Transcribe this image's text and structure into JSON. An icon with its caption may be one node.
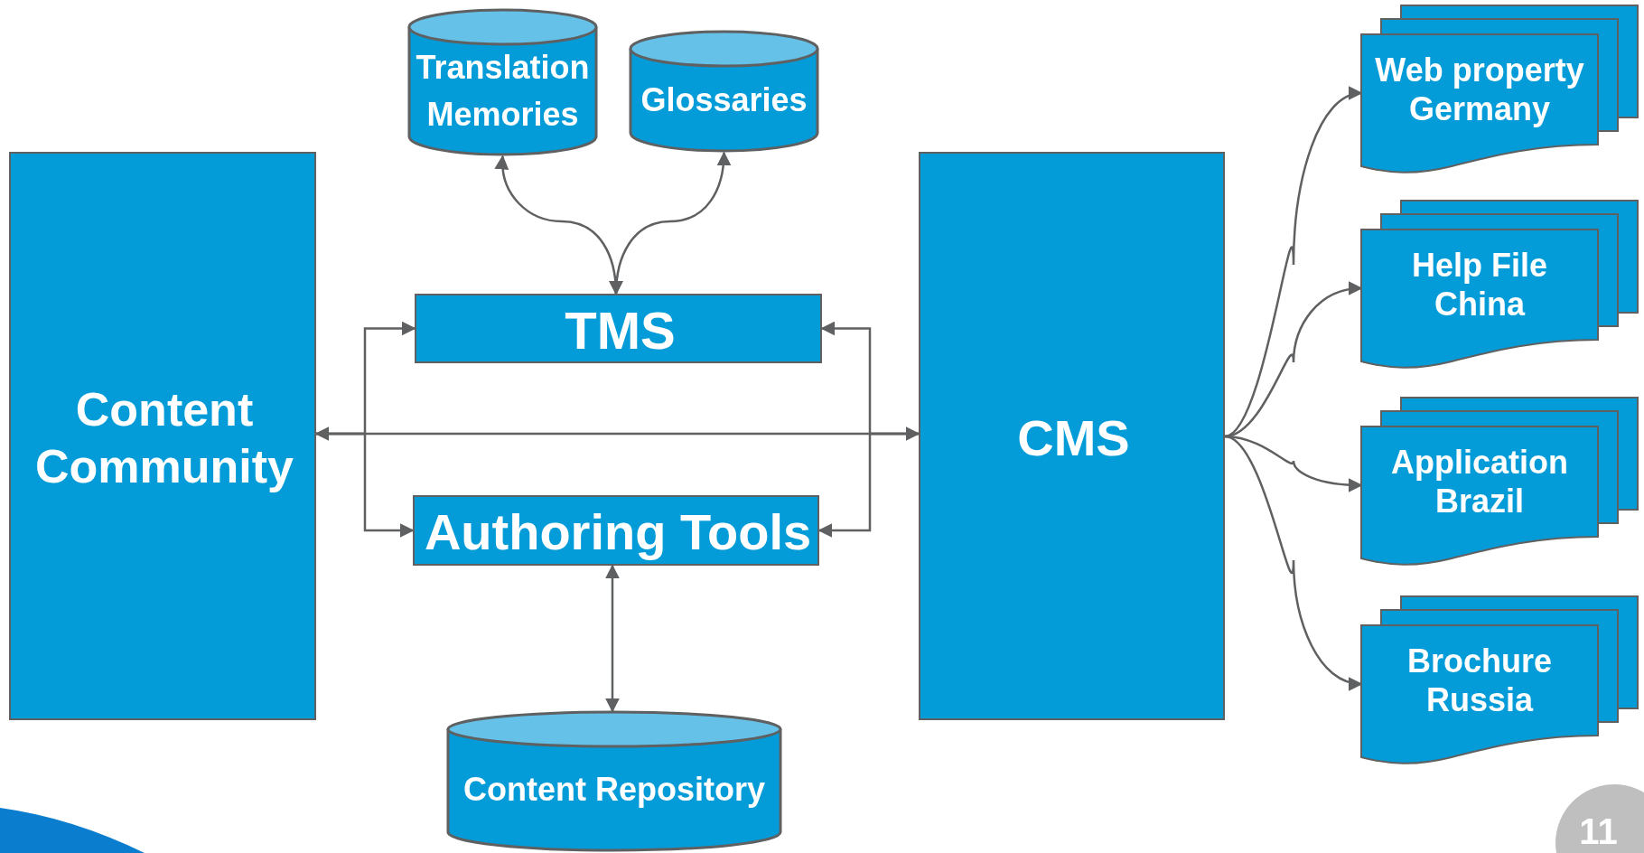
{
  "diagram": {
    "nodes": [
      {
        "text": [
          "Translation Memories"
        ]
      },
      {
        "text": [
          "Glossaries"
        ]
      },
      {
        "text": [
          "Content Community"
        ]
      },
      {
        "text": [
          "TMS"
        ]
      },
      {
        "text": [
          "CMS"
        ]
      },
      {
        "text": [
          "Authoring Tools"
        ]
      },
      {
        "text": [
          "Content Repository"
        ]
      },
      {
        "text": [
          "Web property Germany"
        ]
      },
      {
        "text": [
          "Help File China"
        ]
      },
      {
        "text": [
          "Application Brazil"
        ]
      },
      {
        "text": [
          "Brochure Russia"
        ]
      }
    ],
    "edges": [
      {
        "from": 3,
        "to": 0,
        "arrow": "both"
      },
      {
        "from": 3,
        "to": 1,
        "arrow": "both"
      },
      {
        "from": 2,
        "to": 4,
        "arrow": "both"
      },
      {
        "from": 2,
        "to": 3,
        "arrow": "to"
      },
      {
        "from": 2,
        "to": 5,
        "arrow": "to"
      },
      {
        "from": 4,
        "to": 3,
        "arrow": "to"
      },
      {
        "from": 4,
        "to": 5,
        "arrow": "to"
      },
      {
        "from": 5,
        "to": 6,
        "arrow": "both"
      },
      {
        "from": 4,
        "to": 7,
        "arrow": "to"
      },
      {
        "from": 4,
        "to": 8,
        "arrow": "to"
      },
      {
        "from": 4,
        "to": 9,
        "arrow": "to"
      },
      {
        "from": 4,
        "to": 10,
        "arrow": "to"
      }
    ],
    "labels": [
      "11"
    ]
  }
}
